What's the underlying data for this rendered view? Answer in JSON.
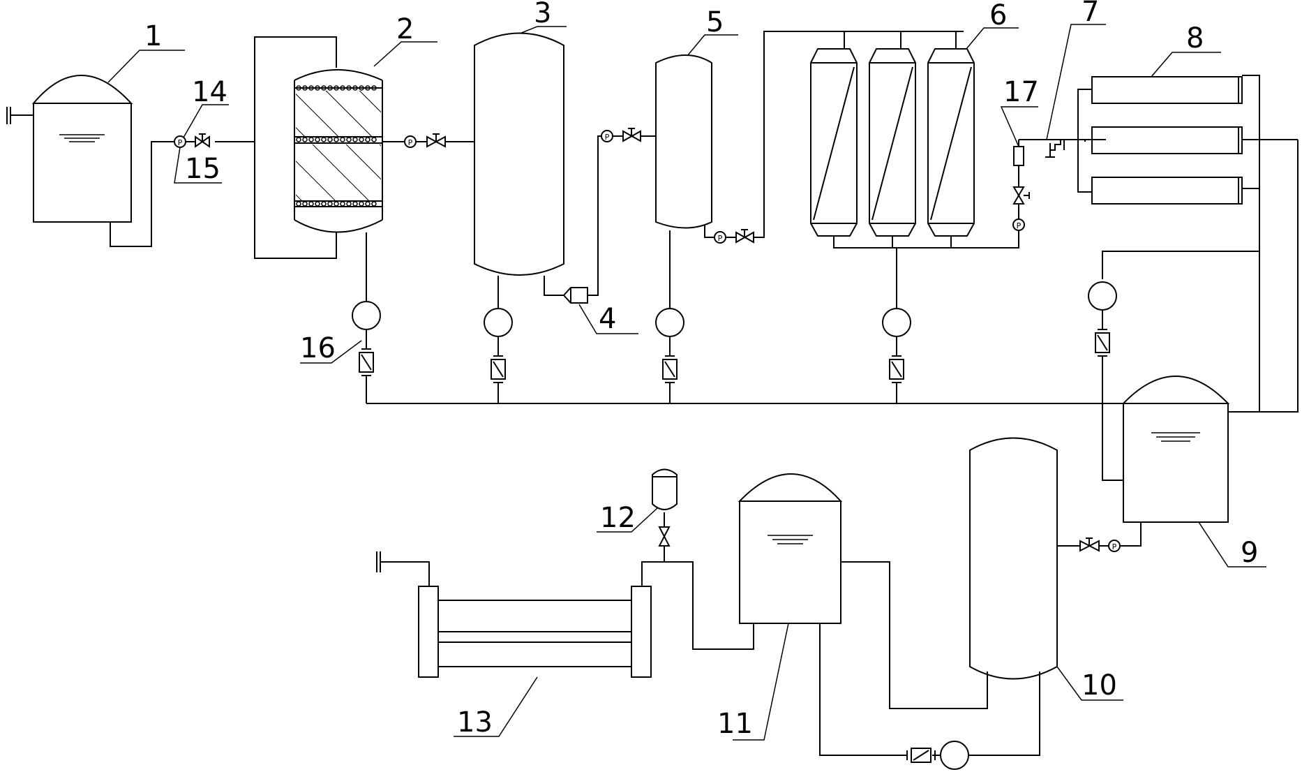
{
  "labels": {
    "l1": "1",
    "l2": "2",
    "l3": "3",
    "l4": "4",
    "l5": "5",
    "l6": "6",
    "l7": "7",
    "l8": "8",
    "l9": "9",
    "l10": "10",
    "l11": "11",
    "l12": "12",
    "l13": "13",
    "l14": "14",
    "l15": "15",
    "l16": "16",
    "l17": "17"
  },
  "gauge_symbol": "P"
}
